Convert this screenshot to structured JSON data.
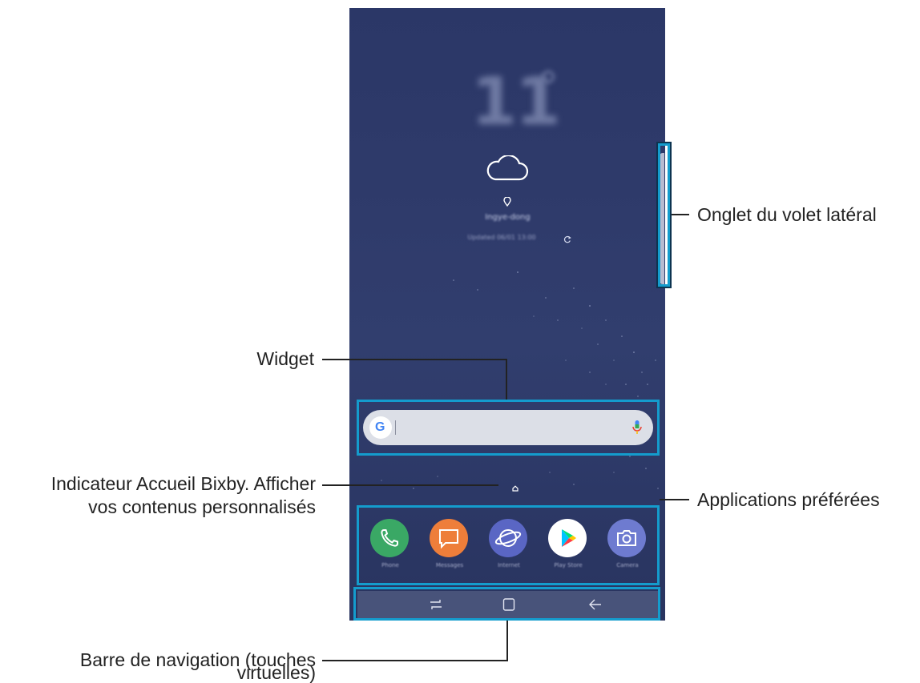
{
  "weather": {
    "temperature": "11",
    "location": "Ingye-dong",
    "updated": "Updated 06/01 13:00"
  },
  "dock": {
    "apps": [
      {
        "label": "Phone",
        "icon": "phone-icon",
        "color": "#3aa865"
      },
      {
        "label": "Messages",
        "icon": "messages-icon",
        "color": "#ee7e3a"
      },
      {
        "label": "Internet",
        "icon": "internet-icon",
        "color": "#5a66c4"
      },
      {
        "label": "Play Store",
        "icon": "play-store-icon",
        "color": "#ffffff"
      },
      {
        "label": "Camera",
        "icon": "camera-icon",
        "color": "#6e7bd0"
      }
    ]
  },
  "callouts": {
    "edge_tab": "Onglet du volet latéral",
    "widget": "Widget",
    "bixby_line1": "Indicateur Accueil Bixby. Afficher",
    "bixby_line2": "vos contenus personnalisés",
    "favorites": "Applications préférées",
    "navbar_line1": "Barre de navigation (touches",
    "navbar_line2": "virtuelles)"
  },
  "colors": {
    "highlight": "#149ccd",
    "wallpaper": "#2f3b6b"
  }
}
